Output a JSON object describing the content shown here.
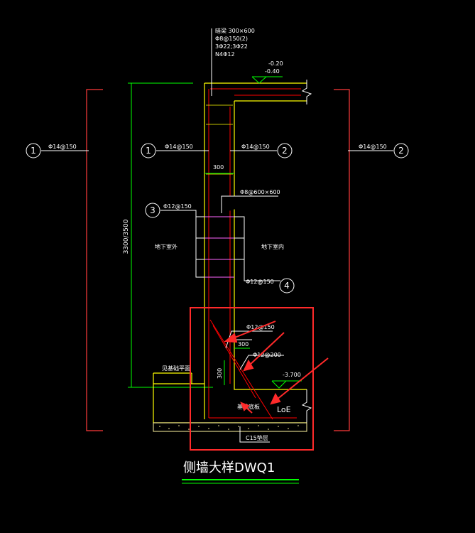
{
  "beam_note": {
    "line1": "暗梁 300×600",
    "line2": "Φ8@150(2)",
    "line3": "3Φ22;3Φ22",
    "line4": "N4Φ12"
  },
  "elevations": {
    "top1": "-0.20",
    "top2": "-0.40",
    "floor": "-3.700"
  },
  "rebar_labels": {
    "left_outer": "Φ14@150",
    "left_inner": "Φ14@150",
    "right_inner": "Φ14@150",
    "right_outer": "Φ14@150",
    "tie": "Φ8@600×600",
    "left_mid": "Φ12@150",
    "right_mid": "Φ12@150",
    "bottom_1": "Φ12@150",
    "bottom_2": "Φ12@200"
  },
  "circle_numbers": {
    "c1_left": "1",
    "c1_mid": "1",
    "c2_mid": "2",
    "c2_right": "2",
    "c3": "3",
    "c4": "4"
  },
  "dimensions": {
    "wall_thickness": "300",
    "height": "3300/3500",
    "footing_300a": "300",
    "footing_300b": "300"
  },
  "room_labels": {
    "left": "地下室外",
    "right": "地下室内"
  },
  "other_labels": {
    "foundation_face": "见基础平面",
    "anchor": "LoE",
    "base_slab": "基础底板",
    "cushion": "C15垫层"
  },
  "title": "侧墙大样DWQ1",
  "colors": {
    "background": "#000000",
    "wall": "#ffff00",
    "dimension": "#00ff00",
    "leader": "#ffffff",
    "bracket": "#ff3b3b",
    "highlight": "#ff2a2a",
    "rebar_red": "#ff0000",
    "cushion": "#fff6a0",
    "tie": "#ff66ff"
  }
}
